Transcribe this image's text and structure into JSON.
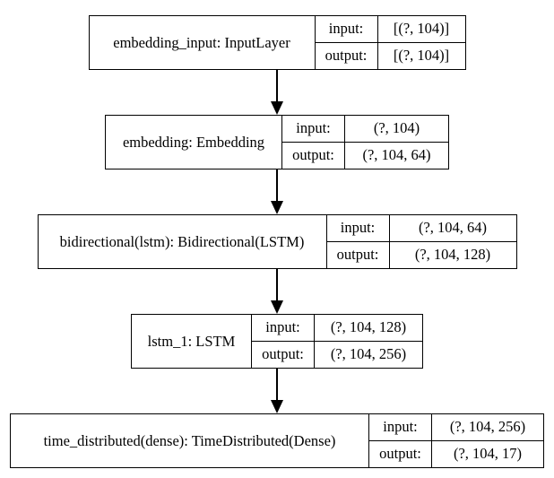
{
  "diagram": {
    "background_color": "#ffffff",
    "line_color": "#000000",
    "text_color": "#000000",
    "io_labels": {
      "input": "input:",
      "output": "output:"
    },
    "nodes": [
      {
        "name": "embedding_input: InputLayer",
        "input": "[(?, 104)]",
        "output": "[(?, 104)]"
      },
      {
        "name": "embedding: Embedding",
        "input": "(?, 104)",
        "output": "(?, 104, 64)"
      },
      {
        "name": "bidirectional(lstm): Bidirectional(LSTM)",
        "input": "(?, 104, 64)",
        "output": "(?, 104, 128)"
      },
      {
        "name": "lstm_1: LSTM",
        "input": "(?, 104, 128)",
        "output": "(?, 104, 256)"
      },
      {
        "name": "time_distributed(dense): TimeDistributed(Dense)",
        "input": "(?, 104, 256)",
        "output": "(?, 104, 17)"
      }
    ]
  }
}
